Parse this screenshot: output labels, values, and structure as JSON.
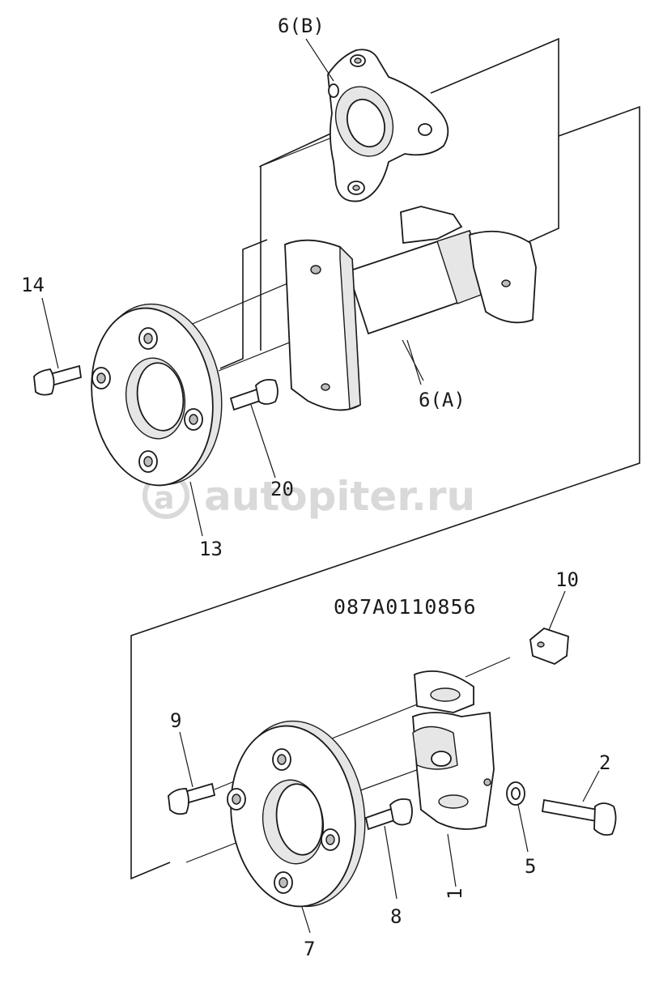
{
  "diagram_code": "087A0110856",
  "watermark": "autopiter.ru",
  "labels": {
    "p6b": "6(B)",
    "p14": "14",
    "p6a": "6(A)",
    "p20": "20",
    "p13": "13",
    "p10": "10",
    "p9": "9",
    "p2": "2",
    "p5": "5",
    "p1": "1",
    "p8": "8",
    "p7": "7"
  },
  "colors": {
    "ink": "#1a1a1a",
    "watermark": "#d9d9d9",
    "shade": "#e6e6e6"
  }
}
